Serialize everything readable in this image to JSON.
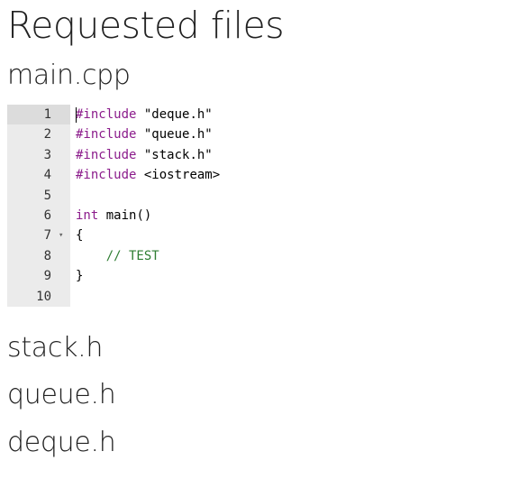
{
  "page": {
    "title": "Requested files"
  },
  "files": [
    {
      "name": "main.cpp"
    },
    {
      "name": "stack.h"
    },
    {
      "name": "queue.h"
    },
    {
      "name": "deque.h"
    }
  ],
  "editor": {
    "active_line": 1,
    "fold_icon": "fold-arrow-down",
    "lines": [
      {
        "num": "1",
        "tokens": [
          {
            "t": "kw-pre",
            "v": "#include"
          },
          {
            "t": "plain",
            "v": " "
          },
          {
            "t": "str",
            "v": "\"deque.h\""
          }
        ]
      },
      {
        "num": "2",
        "tokens": [
          {
            "t": "kw-pre",
            "v": "#include"
          },
          {
            "t": "plain",
            "v": " "
          },
          {
            "t": "str",
            "v": "\"queue.h\""
          }
        ]
      },
      {
        "num": "3",
        "tokens": [
          {
            "t": "kw-pre",
            "v": "#include"
          },
          {
            "t": "plain",
            "v": " "
          },
          {
            "t": "str",
            "v": "\"stack.h\""
          }
        ]
      },
      {
        "num": "4",
        "tokens": [
          {
            "t": "kw-pre",
            "v": "#include"
          },
          {
            "t": "plain",
            "v": " <iostream>"
          }
        ]
      },
      {
        "num": "5",
        "tokens": []
      },
      {
        "num": "6",
        "tokens": [
          {
            "t": "kw-type",
            "v": "int"
          },
          {
            "t": "plain",
            "v": " main()"
          }
        ]
      },
      {
        "num": "7",
        "fold": true,
        "tokens": [
          {
            "t": "plain",
            "v": "{"
          }
        ]
      },
      {
        "num": "8",
        "tokens": [
          {
            "t": "plain",
            "v": "    "
          },
          {
            "t": "cmt",
            "v": "// TEST"
          }
        ]
      },
      {
        "num": "9",
        "tokens": [
          {
            "t": "plain",
            "v": "}"
          }
        ]
      },
      {
        "num": "10",
        "tokens": []
      }
    ]
  }
}
